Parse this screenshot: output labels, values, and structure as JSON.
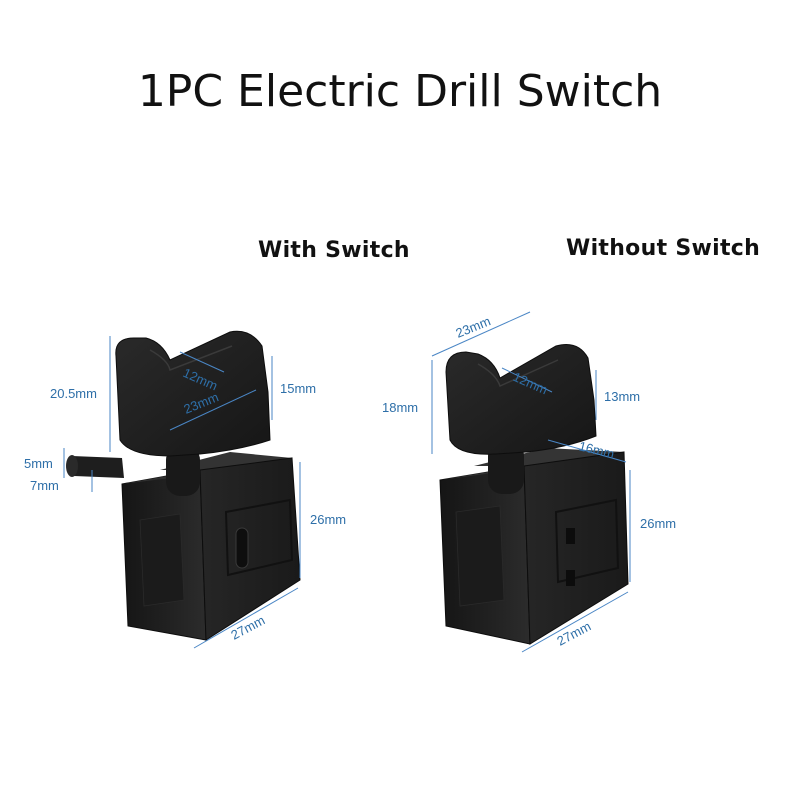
{
  "title": "1PC Electric Drill Switch",
  "variants": [
    {
      "label": "With Switch",
      "dimensions": {
        "overall_height": "20.5mm",
        "trigger_top_depth": "12mm",
        "trigger_width": "23mm",
        "trigger_height": "15mm",
        "lock_pin_width": "5mm",
        "lock_pin_length": "7mm",
        "body_height": "26mm",
        "body_length": "27mm"
      }
    },
    {
      "label": "Without Switch",
      "dimensions": {
        "trigger_width": "23mm",
        "trigger_top_depth": "12mm",
        "overall_height": "18mm",
        "trigger_height": "13mm",
        "body_depth": "16mm",
        "body_height": "26mm",
        "body_length": "27mm"
      }
    }
  ],
  "colors": {
    "product": "#1c1c1c",
    "dimension": "#2e6fa8"
  }
}
